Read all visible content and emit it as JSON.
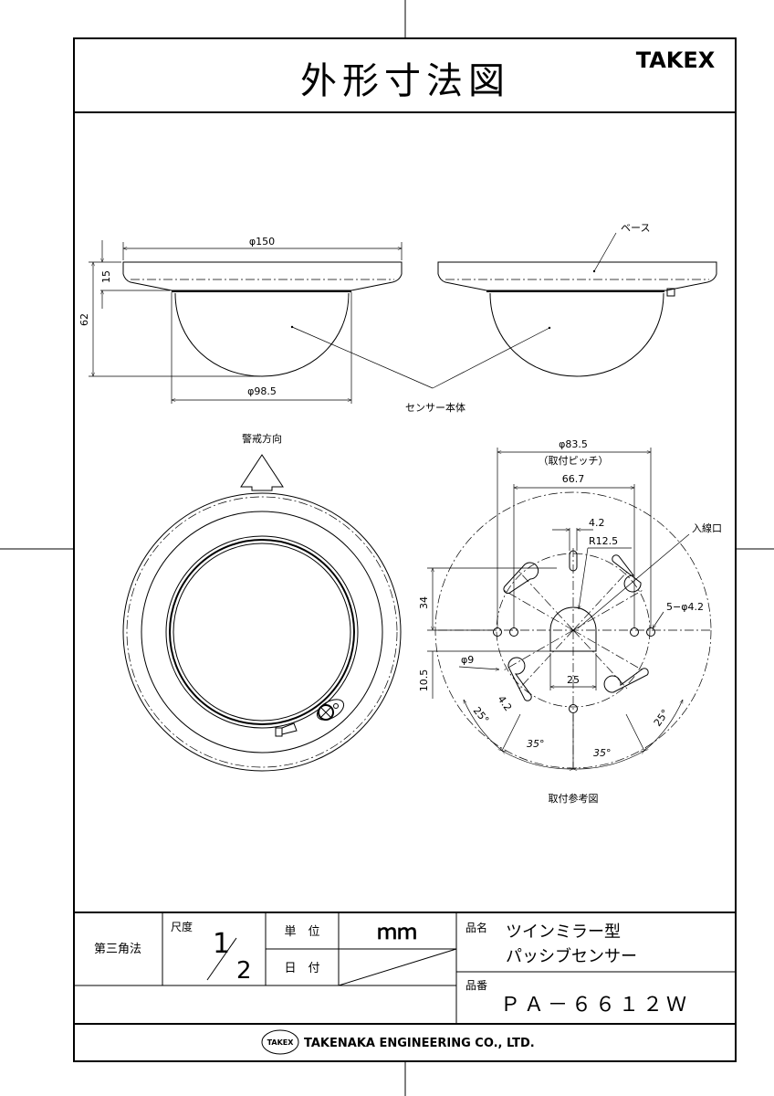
{
  "header": {
    "title": "外形寸法図",
    "brand": "TAKEX"
  },
  "side_view": {
    "dim_base_diameter": "φ150",
    "dim_base_height": "15",
    "dim_total_height": "62",
    "dim_dome_diameter": "φ98.5",
    "label_base": "ベース",
    "label_body": "センサー本体"
  },
  "front_view": {
    "label_direction": "警戒方向"
  },
  "mount_view": {
    "dim_pitch": "φ83.5",
    "dim_pitch_note": "（取付ピッチ）",
    "dim_hole_span": "66.7",
    "dim_slot_width": "4.2",
    "dim_radius": "R12.5",
    "label_inlet": "入線口",
    "dim_holes": "5−φ4.2",
    "dim_34": "34",
    "dim_10_5": "10.5",
    "dim_phi9": "φ9",
    "dim_25": "25",
    "dim_slot_4_2": "4.2",
    "angle_25_left": "25°",
    "angle_35_left": "35°",
    "angle_35_right": "35°",
    "angle_25_right": "25°",
    "caption": "取付参考図"
  },
  "title_block": {
    "projection": "第三角法",
    "scale_label": "尺度",
    "scale_num": "1",
    "scale_den": "2",
    "unit_label": "単　位",
    "unit_value": "ｍｍ",
    "date_label": "日　付",
    "name_label": "品名",
    "name_line1": "ツインミラー型",
    "name_line2": "パッシブセンサー",
    "number_label": "品番",
    "number_value": "ＰＡ－６６１２Ｗ",
    "company_logo": "TAKEX",
    "company": "TAKENAKA ENGINEERING CO., LTD."
  }
}
